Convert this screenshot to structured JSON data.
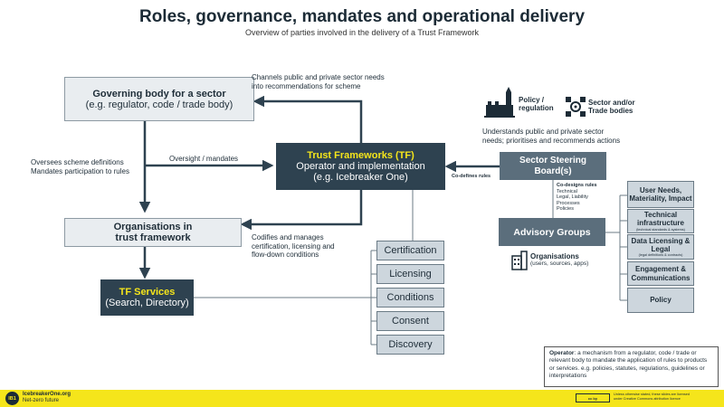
{
  "header": {
    "title": "Roles, governance, mandates and operational delivery",
    "subtitle": "Overview of parties involved in the delivery of a Trust Framework"
  },
  "boxes": {
    "governing_title": "Governing body for a sector",
    "governing_sub": "(e.g. regulator, code / trade body)",
    "tf_title": "Trust Frameworks (TF)",
    "tf_line1": "Operator and implementation",
    "tf_line2": "(e.g. Icebreaker One)",
    "org_line1": "Organisations in",
    "org_line2": "trust framework",
    "services_title": "TF Services",
    "services_sub": "(Search, Directory)",
    "steering_line1": "Sector Steering",
    "steering_line2": "Board(s)",
    "advisory": "Advisory Groups"
  },
  "tf_service_items": [
    "Certification",
    "Licensing",
    "Conditions",
    "Consent",
    "Discovery"
  ],
  "right_groups": [
    {
      "title": "User Needs, Materiality, Impact",
      "note": ""
    },
    {
      "title": "Technical infrastructure",
      "note": "(technical standards & systems)"
    },
    {
      "title": "Data Licensing & Legal",
      "note": "(legal definitions & contracts)"
    },
    {
      "title": "Engagement & Communications",
      "note": ""
    },
    {
      "title": "Policy",
      "note": ""
    }
  ],
  "labels": {
    "channels_1": "Channels public and private sector needs",
    "channels_2": "into recommendations for scheme",
    "oversees_1": "Oversees scheme definitions",
    "oversees_2": "Mandates participation to rules",
    "oversight": "Oversight / mandates",
    "codifies_1": "Codifies and manages",
    "codifies_2": "certification, licensing and",
    "codifies_3": "flow-down conditions",
    "codefines": "Co-defines rules",
    "understands_1": "Understands public and private sector",
    "understands_2": "needs; prioritises and recommends actions",
    "codesigns_title": "Co-designs rules",
    "codesigns_items": [
      "Technical",
      "Legal, Liability",
      "Processes",
      "Policies"
    ],
    "policy_1": "Policy /",
    "policy_2": "regulation",
    "sector_1": "Sector and/or",
    "sector_2": "Trade bodies",
    "orgs_title": "Organisations",
    "orgs_sub": "(users, sources, apps)"
  },
  "definition": {
    "term": "Operator",
    "text": ": a mechanism from a regulator, code / trade or relevant body to mandate the application of rules to products or services. e.g. policies, statutes, regulations, guidelines or interpretations"
  },
  "footer": {
    "logo": "IB1",
    "brand": "IcebreakerOne.org",
    "tagline": "Net-zero future",
    "cc_label": "cc by",
    "license_1": "Unless otherwise stated, these slides are licensed",
    "license_2": "under Creative Commons attribution licence"
  },
  "colors": {
    "dark": "#2e4250",
    "accent_yellow": "#f5e51b",
    "light_box": "#e9edf0"
  }
}
